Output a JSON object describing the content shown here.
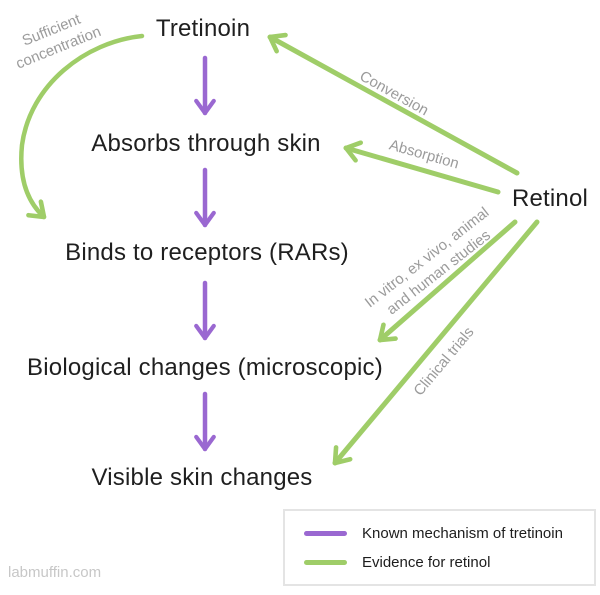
{
  "nodes": {
    "tretinoin": "Tretinoin",
    "absorbs": "Absorbs through skin",
    "binds": "Binds to receptors (RARs)",
    "biological": "Biological changes (microscopic)",
    "visible": "Visible skin changes",
    "retinol": "Retinol"
  },
  "edge_labels": {
    "sufficient_1": "Sufficient",
    "sufficient_2": "concentration",
    "conversion": "Conversion",
    "absorption": "Absorption",
    "invitro_1": "In vitro, ex vivo, animal",
    "invitro_2": "and human studies",
    "clinical": "Clinical trials"
  },
  "legend": {
    "items": [
      {
        "label": "Known mechanism of tretinoin",
        "color": "#9a68d1"
      },
      {
        "label": "Evidence for retinol",
        "color": "#9fcd68"
      }
    ]
  },
  "watermark": "labmuffin.com",
  "colors": {
    "mechanism_purple": "#9a68d1",
    "evidence_green": "#9fcd68",
    "edge_label_gray": "#9b9b9b",
    "node_text": "#1f1f1f"
  }
}
